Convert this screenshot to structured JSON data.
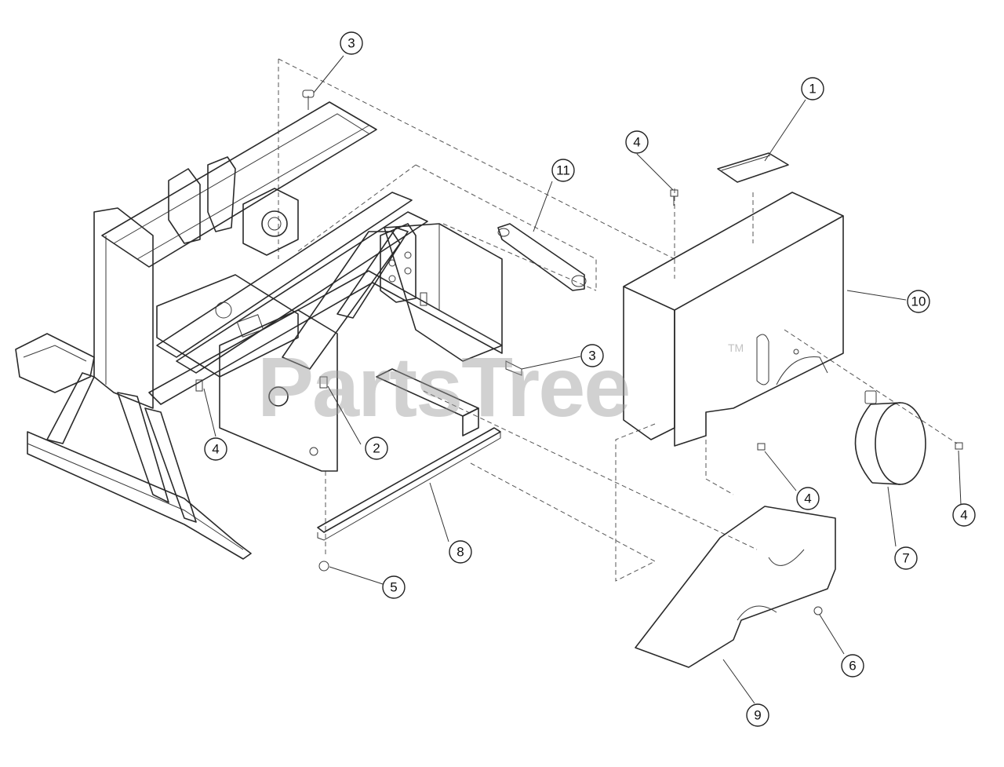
{
  "watermark": {
    "text": "PartsTree",
    "trademark": "TM"
  },
  "callouts": [
    {
      "id": "callout-1",
      "label": "1"
    },
    {
      "id": "callout-2",
      "label": "2"
    },
    {
      "id": "callout-3-top",
      "label": "3"
    },
    {
      "id": "callout-3-mid",
      "label": "3"
    },
    {
      "id": "callout-4-left",
      "label": "4"
    },
    {
      "id": "callout-4-top",
      "label": "4"
    },
    {
      "id": "callout-4-center",
      "label": "4"
    },
    {
      "id": "callout-4-right",
      "label": "4"
    },
    {
      "id": "callout-5",
      "label": "5"
    },
    {
      "id": "callout-6",
      "label": "6"
    },
    {
      "id": "callout-7",
      "label": "7"
    },
    {
      "id": "callout-8",
      "label": "8"
    },
    {
      "id": "callout-9",
      "label": "9"
    },
    {
      "id": "callout-10",
      "label": "10"
    },
    {
      "id": "callout-11",
      "label": "11"
    }
  ]
}
